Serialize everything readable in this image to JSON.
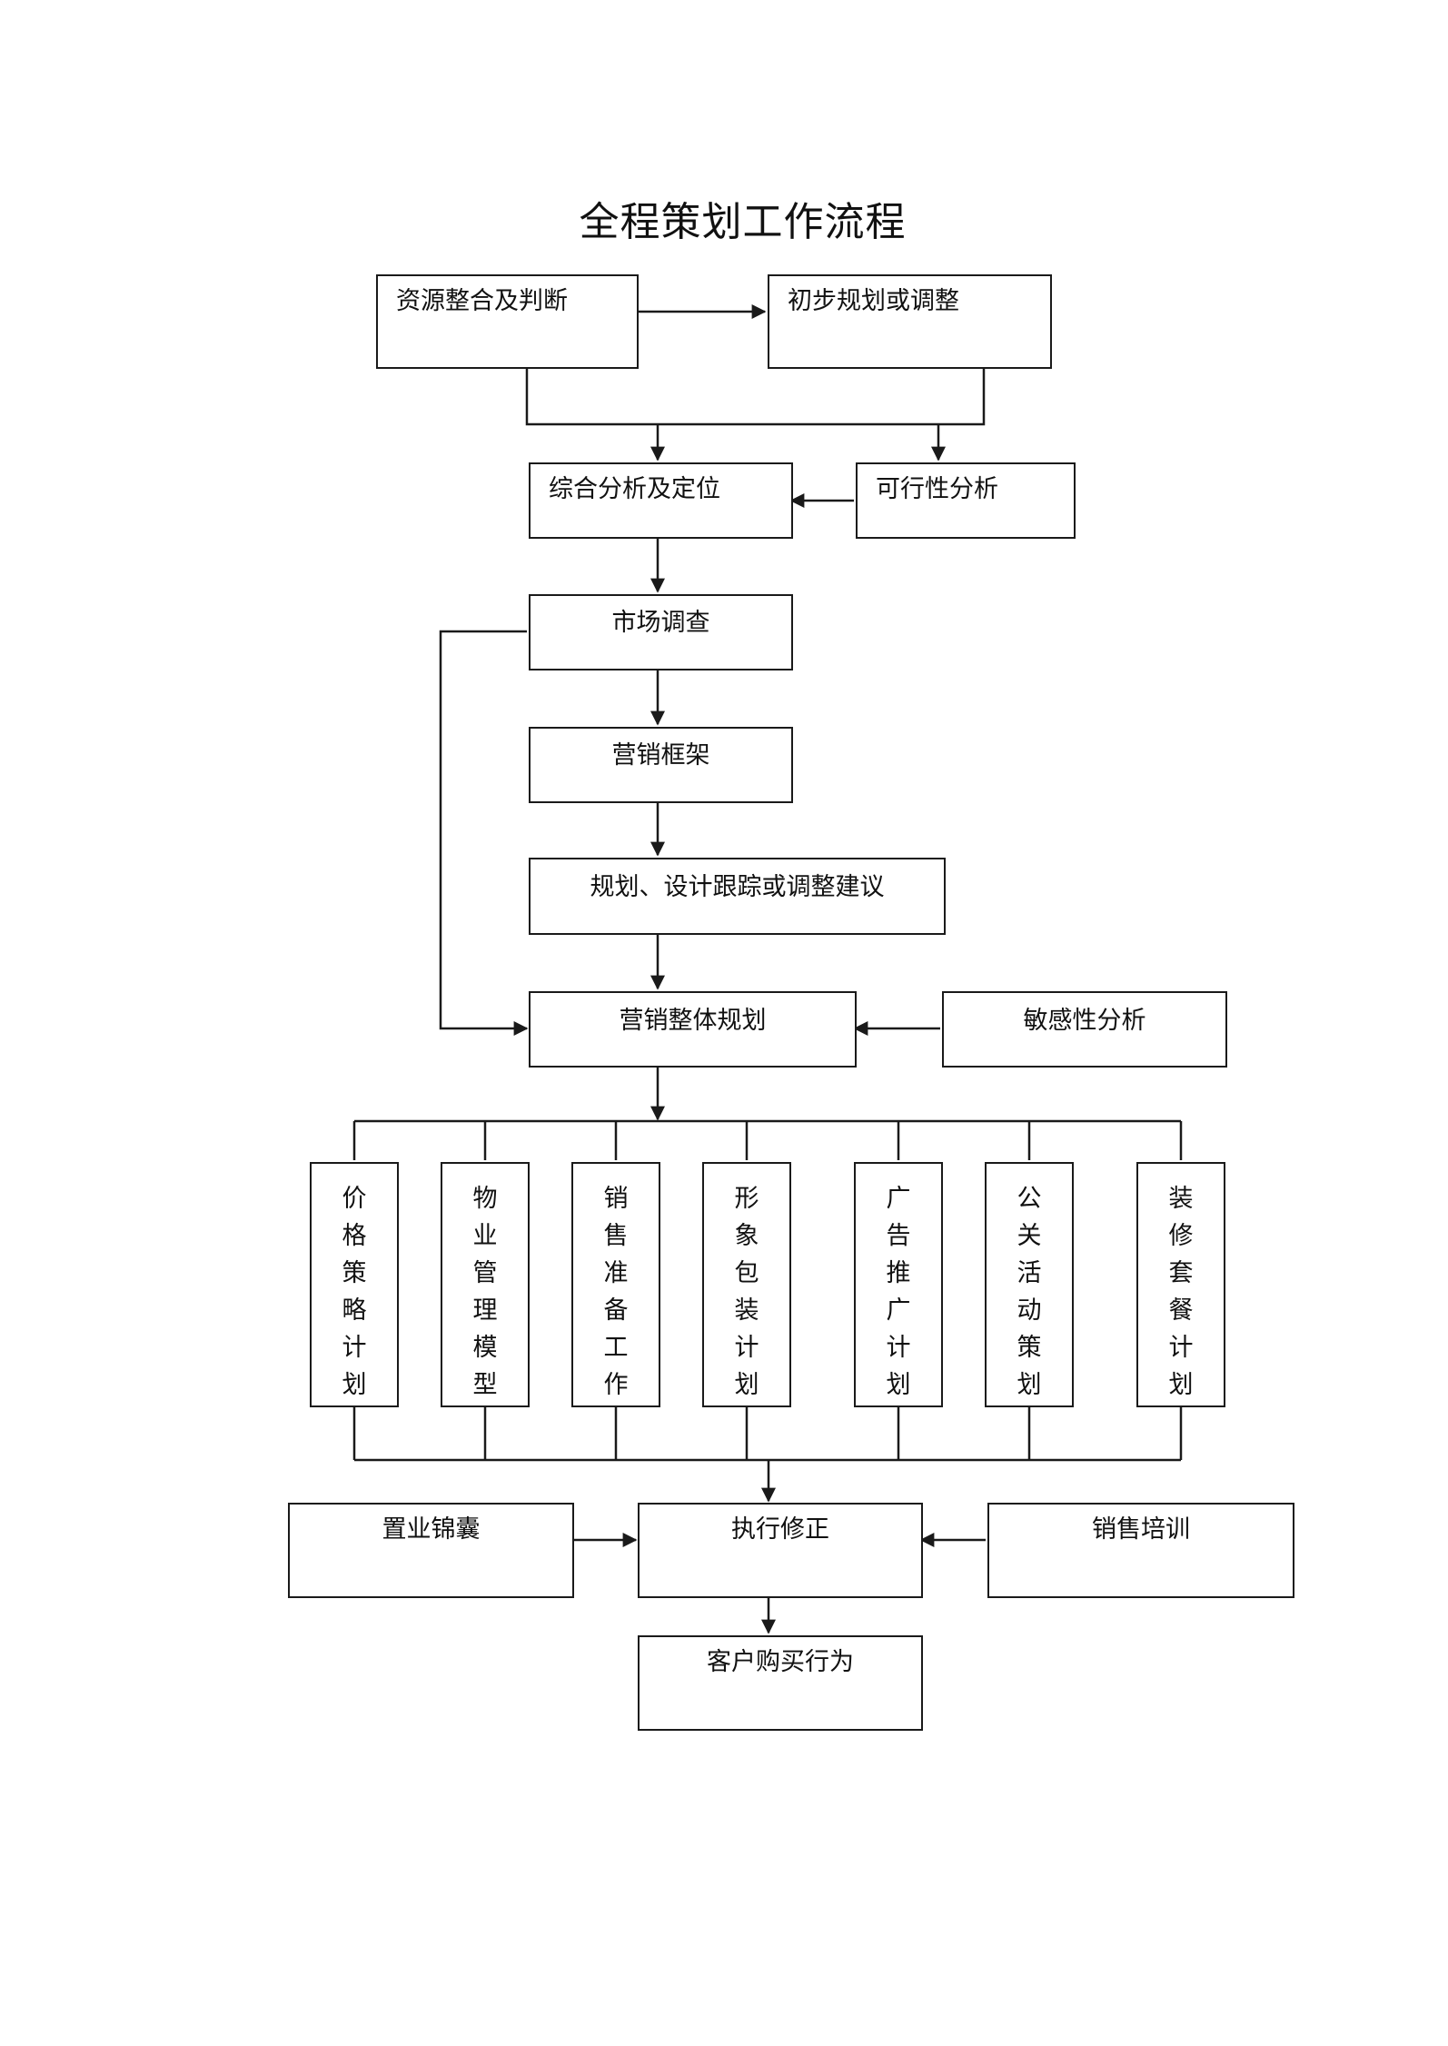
{
  "title": "全程策划工作流程",
  "nodes": {
    "resource_integration": "资源整合及判断",
    "preliminary_planning": "初步规划或调整",
    "comprehensive_analysis": "综合分析及定位",
    "feasibility_analysis": "可行性分析",
    "market_research": "市场调查",
    "marketing_framework": "营销框架",
    "design_tracking": "规划、设计跟踪或调整建议",
    "overall_marketing_plan": "营销整体规划",
    "sensitivity_analysis": "敏感性分析",
    "price_strategy": "价格策略计划",
    "property_management": "物业管理模型",
    "sales_preparation": "销售准备工作",
    "image_packaging": "形象包装计划",
    "advertising_promotion": "广告推广计划",
    "public_relations": "公关活动策划",
    "decoration_package": "装修套餐计划",
    "property_guide": "置业锦囊",
    "execution_correction": "执行修正",
    "sales_training": "销售培训",
    "customer_purchase": "客户购买行为"
  },
  "colors": {
    "line": "#1a1a1a",
    "background": "#ffffff"
  }
}
